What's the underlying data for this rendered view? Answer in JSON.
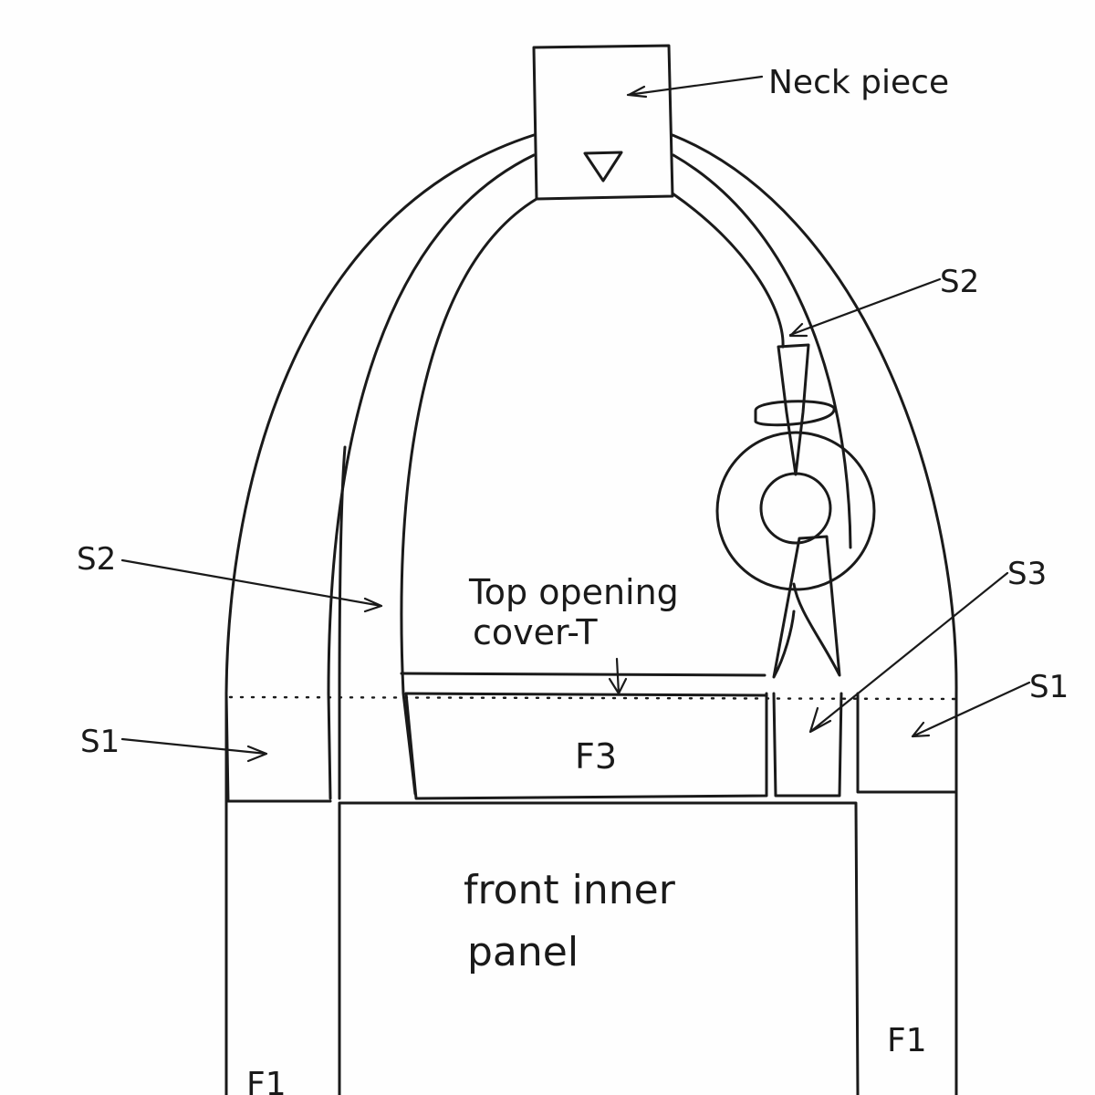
{
  "labels": {
    "neck_piece": "Neck piece",
    "s2_top_right": "S2",
    "s2_left": "S2",
    "top_opening_line1": "Top opening",
    "top_opening_line2": "cover-T",
    "s3": "S3",
    "s1_left": "S1",
    "s1_right": "S1",
    "f3": "F3",
    "front_inner_line1": "front inner",
    "front_inner_line2": "panel",
    "f1_left": "F1",
    "f1_right": "F1"
  },
  "colors": {
    "ink": "#1a1a1a",
    "paper": "#fefefe"
  }
}
